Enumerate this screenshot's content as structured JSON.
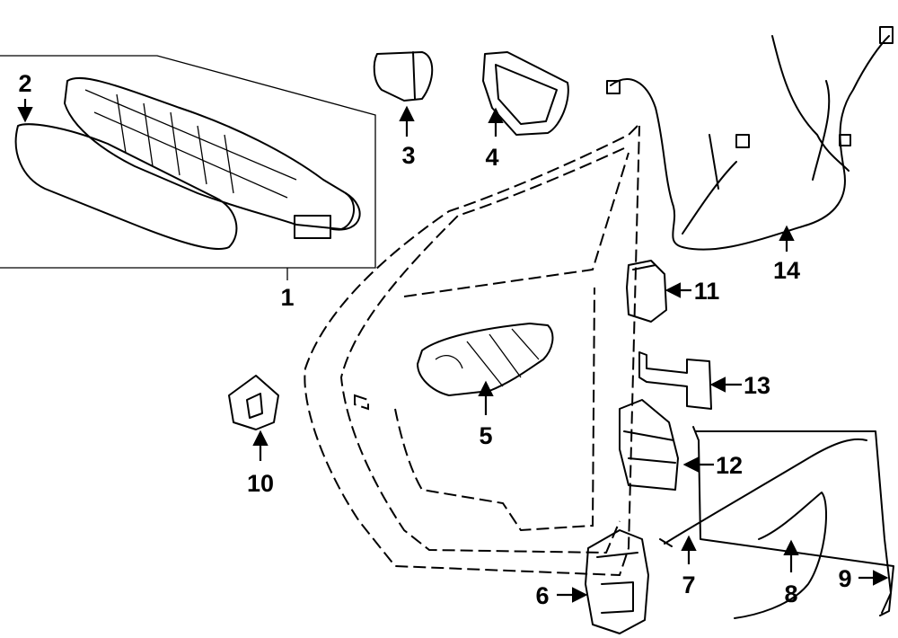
{
  "diagram": {
    "line_color": "#000000",
    "background": "#ffffff",
    "callouts": [
      {
        "id": "1",
        "label": "1"
      },
      {
        "id": "2",
        "label": "2"
      },
      {
        "id": "3",
        "label": "3"
      },
      {
        "id": "4",
        "label": "4"
      },
      {
        "id": "5",
        "label": "5"
      },
      {
        "id": "6",
        "label": "6"
      },
      {
        "id": "7",
        "label": "7"
      },
      {
        "id": "8",
        "label": "8"
      },
      {
        "id": "9",
        "label": "9"
      },
      {
        "id": "10",
        "label": "10"
      },
      {
        "id": "11",
        "label": "11"
      },
      {
        "id": "12",
        "label": "12"
      },
      {
        "id": "13",
        "label": "13"
      },
      {
        "id": "14",
        "label": "14"
      }
    ]
  }
}
